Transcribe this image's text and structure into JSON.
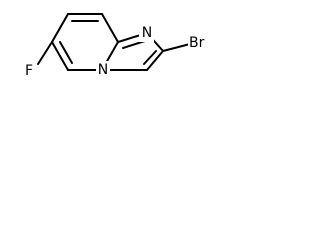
{
  "molecule": {
    "labels": {
      "fluorine": "F",
      "nitrogen_bridge": "N",
      "nitrogen_ring": "N",
      "bromine": "Br"
    }
  },
  "colors": {
    "bond": "#000000",
    "label": "#000000",
    "background": "#ffffff"
  }
}
